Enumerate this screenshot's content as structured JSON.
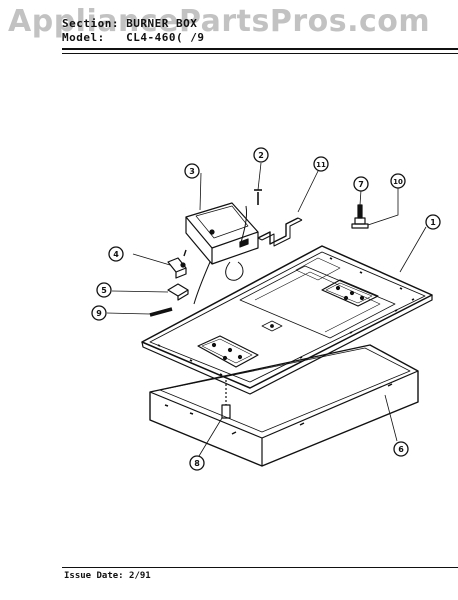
{
  "watermark": "AppliancePartsPros.com",
  "header": {
    "section_label": "Section:",
    "section_value": "BURNER BOX",
    "model_label": "Model:",
    "model_value": "CL4-460( /9"
  },
  "footer": {
    "issue_label": "Issue Date:",
    "issue_value": "2/91"
  },
  "callouts": [
    "1",
    "2",
    "3",
    "4",
    "5",
    "6",
    "7",
    "8",
    "9",
    "10",
    "11"
  ]
}
